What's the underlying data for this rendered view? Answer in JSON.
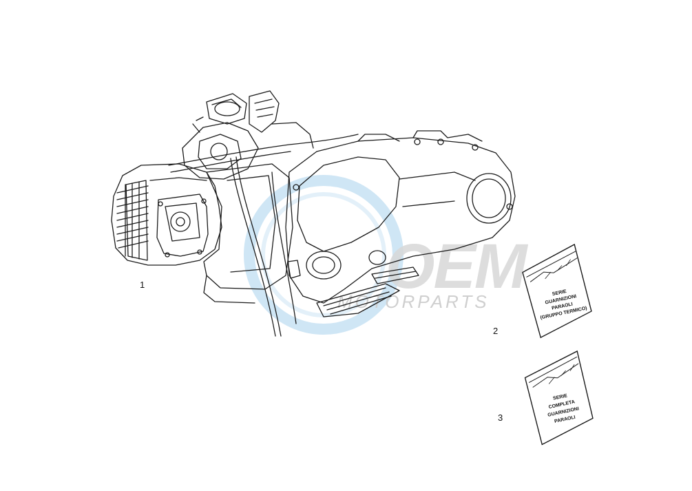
{
  "watermark": {
    "brand": "OEM",
    "tagline": "MOTORPARTS",
    "colors": {
      "ring": "#cfe6f5",
      "lettering": "#d7d7d7",
      "tagline": "#cfcfcf"
    }
  },
  "parts": [
    {
      "ref": "1",
      "name": "engine"
    },
    {
      "ref": "2",
      "packet_lines": [
        "SERIE",
        "GUARNIZIONI",
        "PARAOLI",
        "(GRUPPO TERMICO)"
      ]
    },
    {
      "ref": "3",
      "packet_lines": [
        "SERIE",
        "COMPLETA",
        "GUARNIZIONI",
        "PARAOLI"
      ]
    }
  ],
  "line_color": "#1a1a1a"
}
